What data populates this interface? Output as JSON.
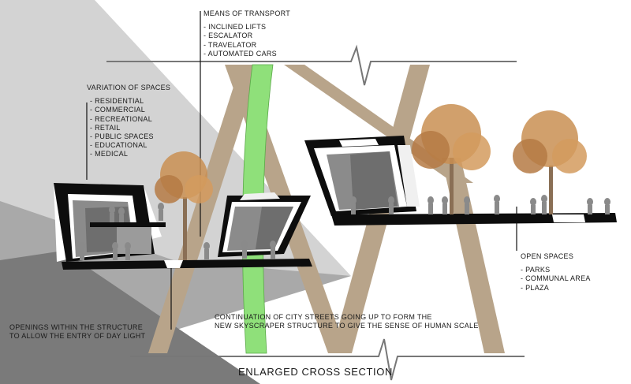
{
  "title": "ENLARGED CROSS SECTION",
  "transport": {
    "heading": "MEANS OF TRANSPORT",
    "items": [
      "- INCLINED LIFTS",
      "- ESCALATOR",
      "- TRAVELATOR",
      "- AUTOMATED CARS"
    ]
  },
  "spaces": {
    "heading": "VARIATION OF SPACES",
    "items": [
      "- RESIDENTIAL",
      "- COMMERCIAL",
      "- RECREATIONAL",
      "- RETAIL",
      "- PUBLIC SPACES",
      "- EDUCATIONAL",
      "- MEDICAL"
    ]
  },
  "open_spaces": {
    "heading": "OPEN SPACES",
    "items": [
      "- PARKS",
      "- COMMUNAL AREA",
      "- PLAZA"
    ]
  },
  "openings": {
    "line1": "OPENINGS WITHIN THE STRUCTURE",
    "line2": "TO ALLOW  THE ENTRY OF DAY LIGHT"
  },
  "streets": {
    "line1": "CONTINUATION OF CITY STREETS GOING UP TO FORM THE",
    "line2": "NEW SKYSCRAPER STRUCTURE TO GIVE THE SENSE OF HUMAN SCALE"
  },
  "colors": {
    "background": "#ffffff",
    "light_gray": "#cdcdcd",
    "mid_gray": "#9a9a9a",
    "dark_gray": "#6f6f6f",
    "structure": "#0d0d0d",
    "strut": "#b8a48a",
    "green_path": "#8fe07a",
    "foliage": "#c98f52",
    "figure": "#8a8a8a"
  }
}
